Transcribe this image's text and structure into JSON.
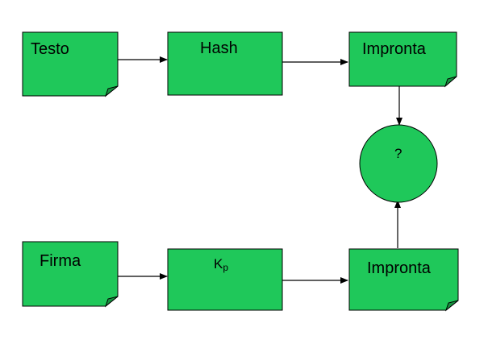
{
  "colors": {
    "node_fill": "#1fc85a",
    "node_stroke": "#000000",
    "fold": "#16923f",
    "arrow": "#000000",
    "background": "#ffffff"
  },
  "nodes": {
    "testo": {
      "label": "Testo",
      "shape": "document"
    },
    "hash": {
      "label": "Hash",
      "shape": "rectangle"
    },
    "impronta_top": {
      "label": "Impronta",
      "shape": "document"
    },
    "compare": {
      "label": "?",
      "shape": "circle"
    },
    "firma": {
      "label": "Firma",
      "shape": "document"
    },
    "kp": {
      "label": "K",
      "subscript": "p",
      "shape": "rectangle"
    },
    "impronta_bottom": {
      "label": "Impronta",
      "shape": "document"
    }
  },
  "edges": [
    {
      "from": "testo",
      "to": "hash"
    },
    {
      "from": "hash",
      "to": "impronta_top"
    },
    {
      "from": "impronta_top",
      "to": "compare"
    },
    {
      "from": "firma",
      "to": "kp"
    },
    {
      "from": "kp",
      "to": "impronta_bottom"
    },
    {
      "from": "impronta_bottom",
      "to": "compare"
    }
  ]
}
